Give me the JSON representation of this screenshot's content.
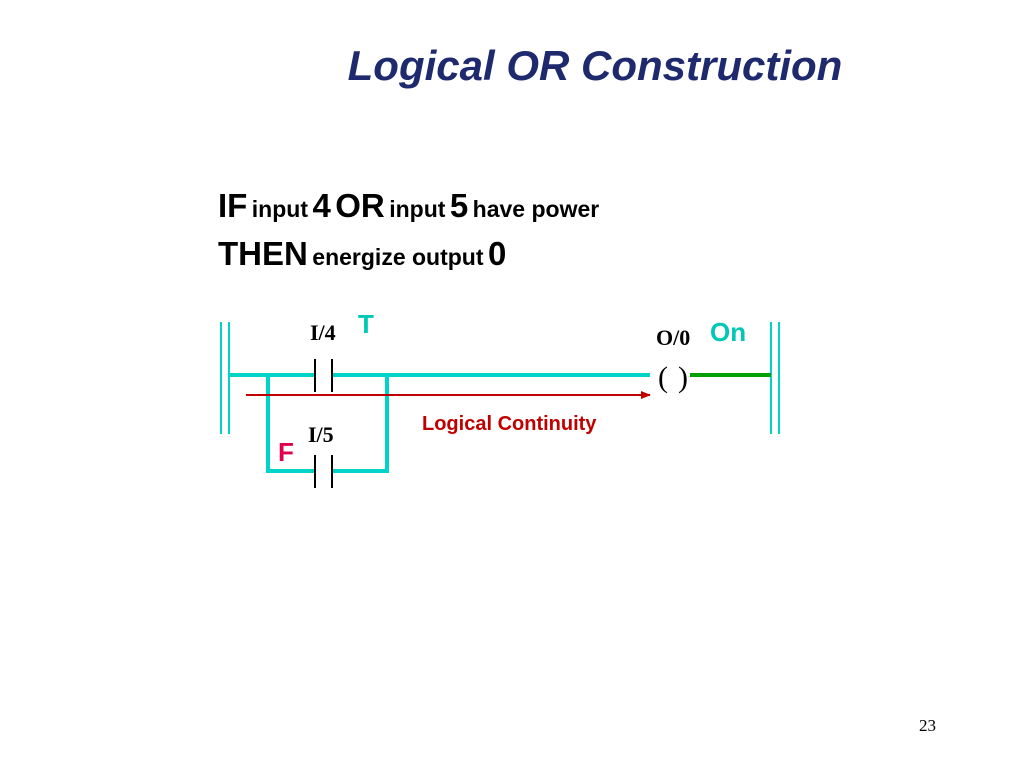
{
  "slide": {
    "title": "Logical OR Construction",
    "page_number": "23"
  },
  "statement": {
    "line1": {
      "if": "IF",
      "input_a_label": "input",
      "input_a_num": "4",
      "or": "OR",
      "input_b_label": "input",
      "input_b_num": "5",
      "tail": "have power"
    },
    "line2": {
      "then": "THEN",
      "action": "energize output",
      "output_num": "0"
    }
  },
  "ladder": {
    "contact_top": {
      "label": "I/4",
      "state": "T"
    },
    "contact_bottom": {
      "label": "I/5",
      "state": "F"
    },
    "coil": {
      "label": "O/0",
      "left_paren": "(",
      "right_paren": ")",
      "state": "On"
    },
    "continuity_label": "Logical Continuity"
  },
  "colors": {
    "title": "#1f2a6e",
    "rung_wire": "#00d4c8",
    "energized_wire": "#00a000",
    "continuity_arrow": "#c00000",
    "state_true": "#00c8b4",
    "state_false": "#e0004c",
    "state_on": "#00c8b4",
    "rail": "#00d4c8"
  }
}
